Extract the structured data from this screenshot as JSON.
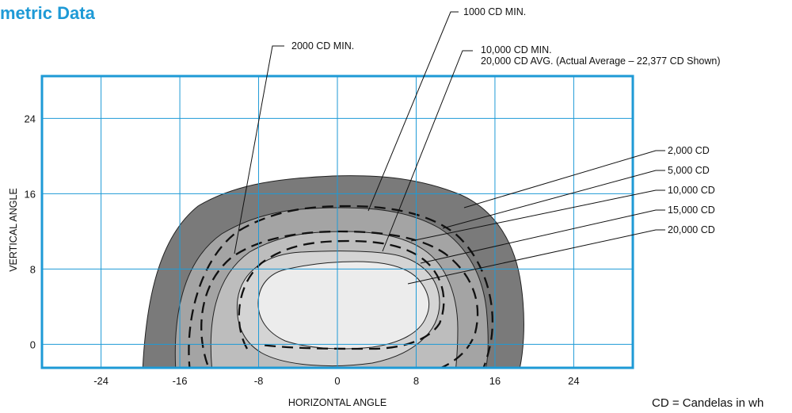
{
  "header": {
    "title": "metric Data"
  },
  "axes": {
    "xlabel": "HORIZONTAL ANGLE",
    "ylabel": "VERTICAL ANGLE",
    "xlim": [
      -30,
      30
    ],
    "ylim": [
      -2.5,
      28.5
    ],
    "x_ticks": [
      -24,
      -16,
      -8,
      0,
      8,
      16,
      24
    ],
    "y_ticks": [
      0,
      8,
      16,
      24
    ],
    "grid": true,
    "grid_color": "#1e9ad6"
  },
  "callouts": {
    "cd1000_min": "1000 CD MIN.",
    "cd2000_min": "2000 CD MIN.",
    "cd10000_min": "10,000 CD MIN.",
    "cd20000_avg": "20,000 CD AVG. (Actual Average – 22,377 CD Shown)"
  },
  "legend": [
    {
      "label": "2,000 CD"
    },
    {
      "label": "5,000 CD"
    },
    {
      "label": "10,000 CD"
    },
    {
      "label": "15,000 CD"
    },
    {
      "label": "20,000 CD"
    }
  ],
  "colors": {
    "zone_2000": "#7a7a7a",
    "zone_5000": "#a4a4a4",
    "zone_10000": "#bdbdbd",
    "zone_15000": "#d4d4d4",
    "zone_20000": "#ececec"
  },
  "footnote": "CD = Candelas in wh"
}
